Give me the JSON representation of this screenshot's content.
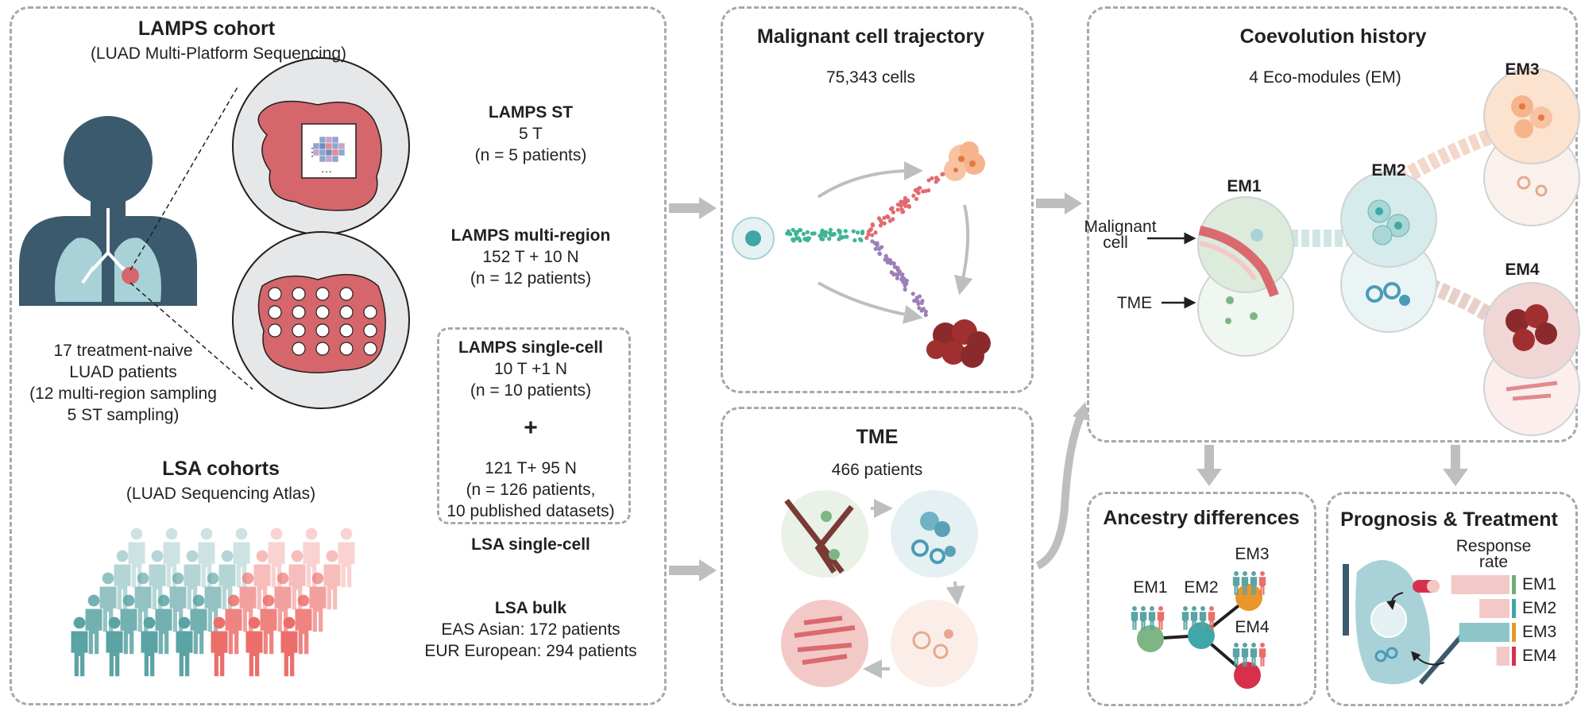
{
  "lamps": {
    "title": "LAMPS cohort",
    "subtitle": "(LUAD Multi-Platform Sequencing)",
    "patients_desc": [
      "17 treatment-naive",
      "LUAD patients",
      "(12 multi-region sampling",
      "5 ST sampling)"
    ],
    "st": {
      "title": "LAMPS ST",
      "line1": "5 T",
      "line2": "(n = 5 patients)"
    },
    "multi_region": {
      "title": "LAMPS multi-region",
      "line1": "152 T + 10 N",
      "line2": "(n = 12 patients)"
    },
    "single_cell": {
      "title": "LAMPS single-cell",
      "line1": "10 T +1 N",
      "line2": "(n = 10 patients)"
    },
    "plus": "+",
    "lsa_sc": {
      "line1": "121 T+ 95 N",
      "line2": "(n = 126 patients,",
      "line3": "10 published datasets)",
      "title": "LSA single-cell"
    },
    "lsa_bulk": {
      "title": "LSA bulk",
      "line1": "EAS Asian: 172 patients",
      "line2": "EUR European: 294 patients"
    }
  },
  "lsa": {
    "title": "LSA cohorts",
    "subtitle": "(LUAD Sequencing Atlas)"
  },
  "trajectory": {
    "title": "Malignant cell trajectory",
    "count": "75,343 cells"
  },
  "tme": {
    "title": "TME",
    "count": "466 patients"
  },
  "coevolution": {
    "title": "Coevolution history",
    "subtitle": "4 Eco-modules (EM)",
    "labels": {
      "em1": "EM1",
      "em2": "EM2",
      "em3": "EM3",
      "em4": "EM4"
    },
    "malignant_line1": "Malignant",
    "malignant_line2": "cell",
    "tme": "TME"
  },
  "ancestry": {
    "title": "Ancestry differences",
    "labels": {
      "em1": "EM1",
      "em2": "EM2",
      "em3": "EM3",
      "em4": "EM4"
    }
  },
  "prognosis": {
    "title": "Prognosis & Treatment",
    "response_line1": "Response",
    "response_line2": "rate",
    "rows": [
      {
        "label": "EM1",
        "rate": 0.58
      },
      {
        "label": "EM2",
        "rate": 0.3
      },
      {
        "label": "EM3",
        "rate": 0.5
      },
      {
        "label": "EM4",
        "rate": 0.13
      }
    ]
  },
  "colors": {
    "teal": "#5ba3a4",
    "salmon": "#ec6e6a",
    "dark_body": "#3b5a6e",
    "lung": "#a8d2d8",
    "tumor": "#d4666c",
    "green_node": "#7db684",
    "orange": "#e9962b",
    "red": "#d7304c",
    "em1_bar": "#6fae7a",
    "em2_bar": "#3fa7a8",
    "em3_bar": "#e9962b",
    "em4_bar": "#d7304c"
  }
}
